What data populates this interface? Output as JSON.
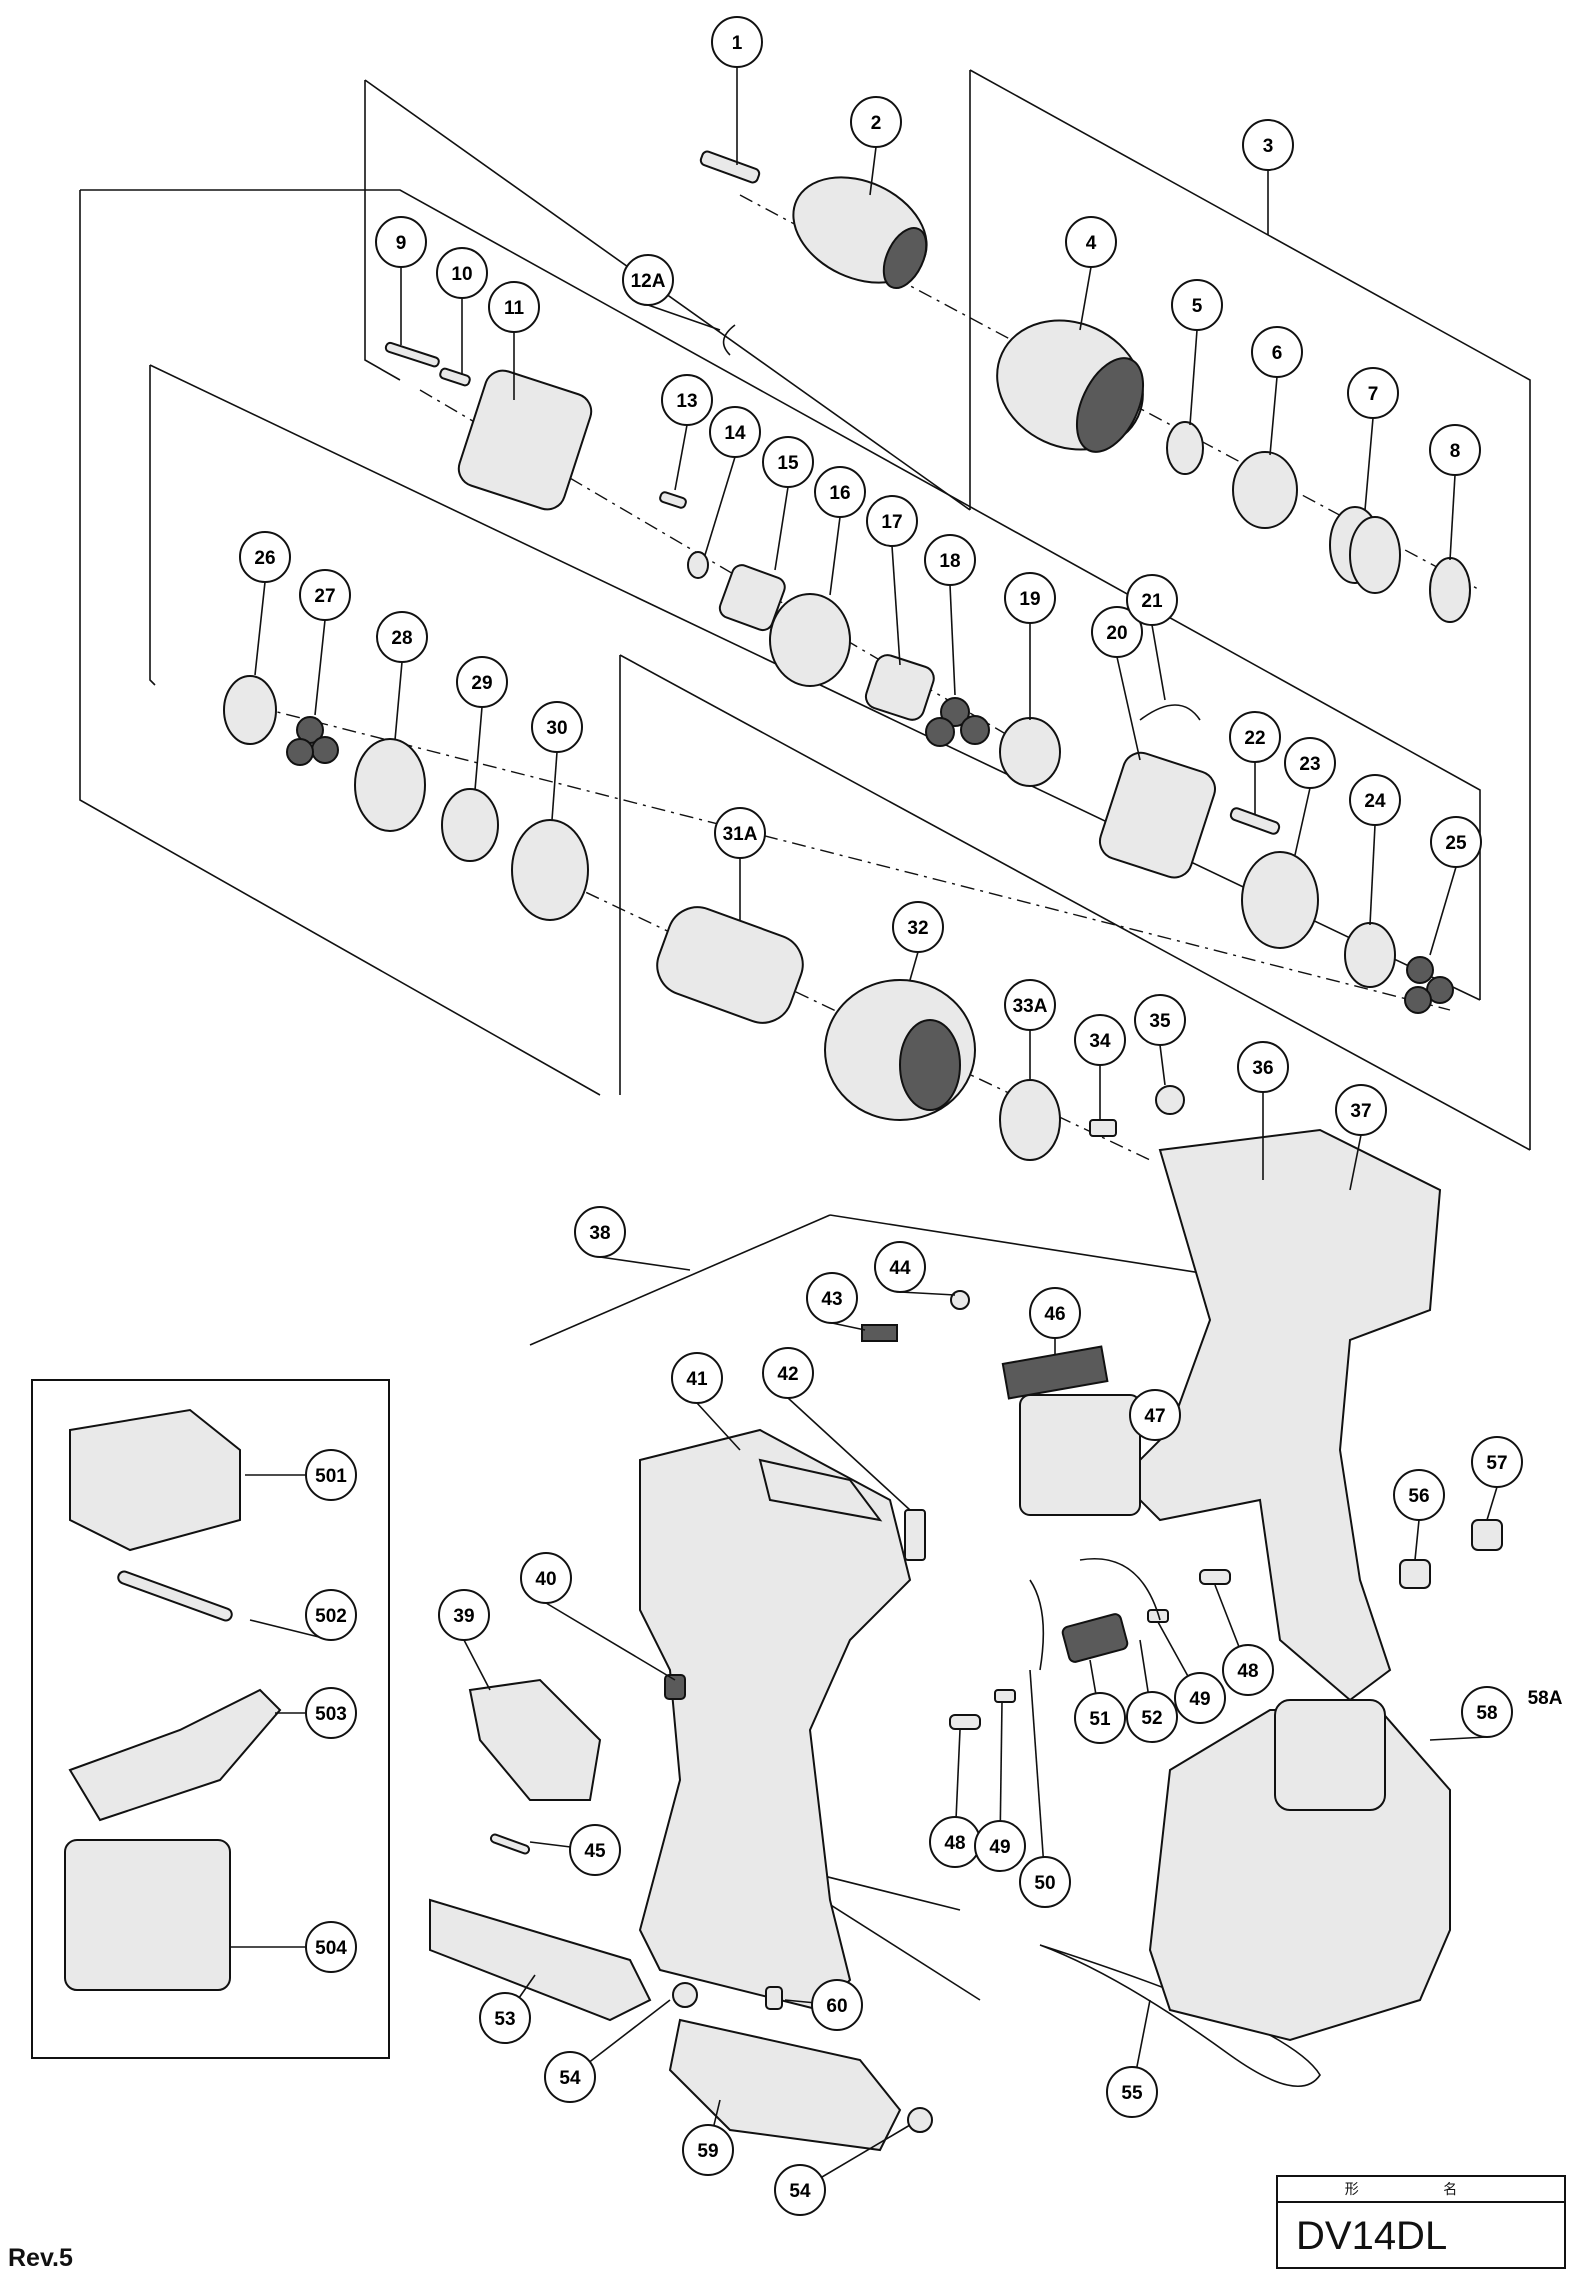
{
  "diagram": {
    "parts": [
      "1",
      "2",
      "3",
      "4",
      "5",
      "6",
      "7",
      "8",
      "9",
      "10",
      "11",
      "12A",
      "13",
      "14",
      "15",
      "16",
      "17",
      "18",
      "19",
      "20",
      "21",
      "22",
      "23",
      "24",
      "25",
      "26",
      "27",
      "28",
      "29",
      "30",
      "31A",
      "32",
      "33A",
      "34",
      "35",
      "36",
      "37",
      "38",
      "39",
      "40",
      "41",
      "42",
      "43",
      "44",
      "45",
      "46",
      "47",
      "48",
      "49",
      "50",
      "51",
      "52",
      "53",
      "54",
      "55",
      "56",
      "57",
      "58",
      "58A",
      "59",
      "60",
      "501",
      "502",
      "503",
      "504"
    ]
  },
  "title_block": {
    "header": "形 名",
    "model": "DV14DL"
  },
  "revision": "Rev.5"
}
